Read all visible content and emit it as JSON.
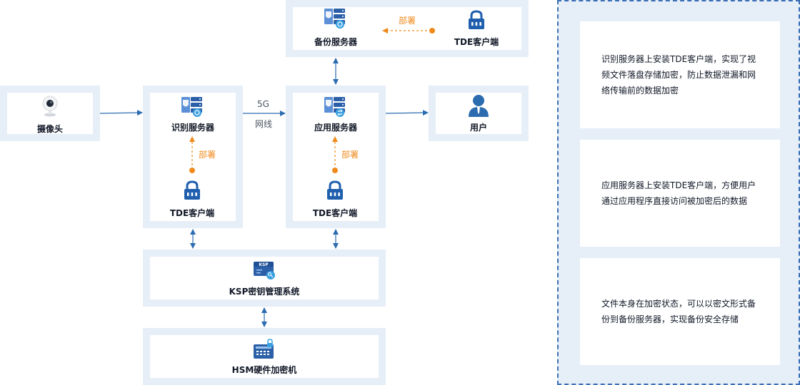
{
  "nodes": {
    "camera": "摄像头",
    "recognition_server": "识别服务器",
    "application_server": "应用服务器",
    "user": "用户",
    "backup_server": "备份服务器",
    "tde_client_backup": "TDE客户端",
    "tde_client_recognition": "TDE客户端",
    "tde_client_application": "TDE客户端",
    "ksp": "KSP密钥管理系统",
    "hsm": "HSM硬件加密机"
  },
  "edge_labels": {
    "network_top": "5G",
    "network_bottom": "网线",
    "deploy_backup": "部署",
    "deploy_recognition": "部署",
    "deploy_application": "部署"
  },
  "descriptions": [
    "识别服务器上安装TDE客户端，实现了视频文件落盘存储加密，防止数据泄漏和网络传输前的数据加密",
    "应用服务器上安装TDE客户端，方便用户通过应用程序直接访问被加密后的数据",
    "文件本身在加密状态，可以以密文形式备份到备份服务器，实现备份安全存储"
  ],
  "colors": {
    "box_border": "#e6eef7",
    "arrow_blue": "#2b6cb0",
    "deploy_orange": "#f08a1c",
    "panel_border": "#3b6fb6"
  }
}
